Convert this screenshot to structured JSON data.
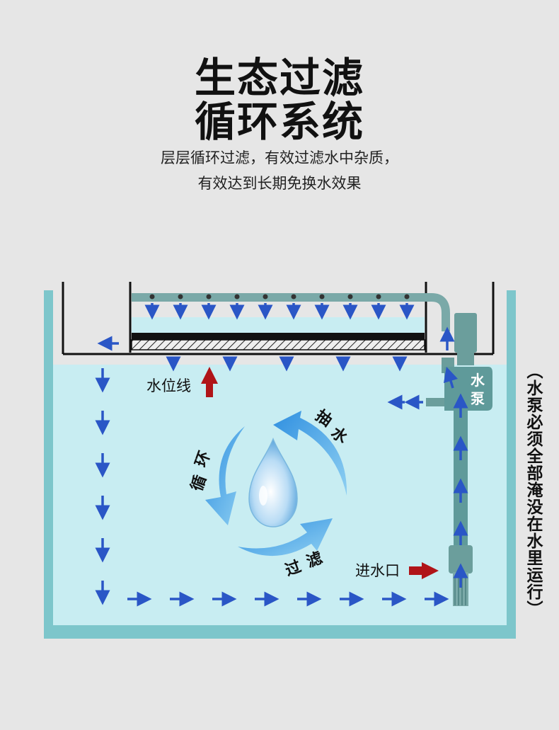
{
  "title": {
    "line1": "生态过滤",
    "line2": "循环系统"
  },
  "subtitle": {
    "line1": "层层循环过滤，有效过滤水中杂质，",
    "line2": "有效达到长期免换水效果"
  },
  "labels": {
    "water_level": "水位线",
    "water_inlet": "进水口",
    "pump": [
      "水",
      "泵"
    ],
    "cycle_circulate": [
      "循",
      "环"
    ],
    "cycle_pump": [
      "抽",
      "水"
    ],
    "cycle_filter": [
      "过",
      "滤"
    ],
    "side_note": "（水泵必须全部淹没在水里运行）"
  },
  "colors": {
    "background": "#e6e6e6",
    "water": "#c8edf2",
    "tank_wall": "#7dc6cb",
    "pipe": "#5f9a9a",
    "flow_arrow": "#2a56c6",
    "red_arrow": "#b01418",
    "cycle_arrow": "#4aa3e6"
  }
}
